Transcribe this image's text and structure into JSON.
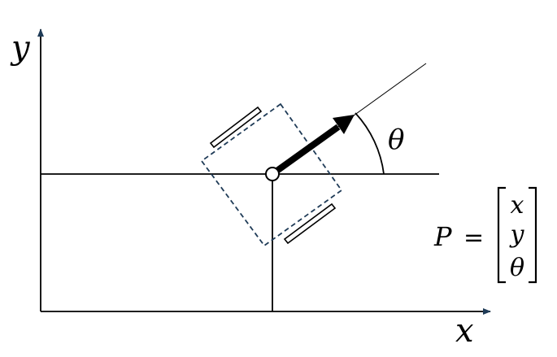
{
  "axes": {
    "x_label": "x",
    "y_label": "y"
  },
  "angle_label": "θ",
  "pose": {
    "lhs": "P",
    "equals": "=",
    "vector": [
      "x",
      "y",
      "θ"
    ]
  },
  "colors": {
    "ink": "#000000",
    "robot_outline": "#1f3b57"
  }
}
